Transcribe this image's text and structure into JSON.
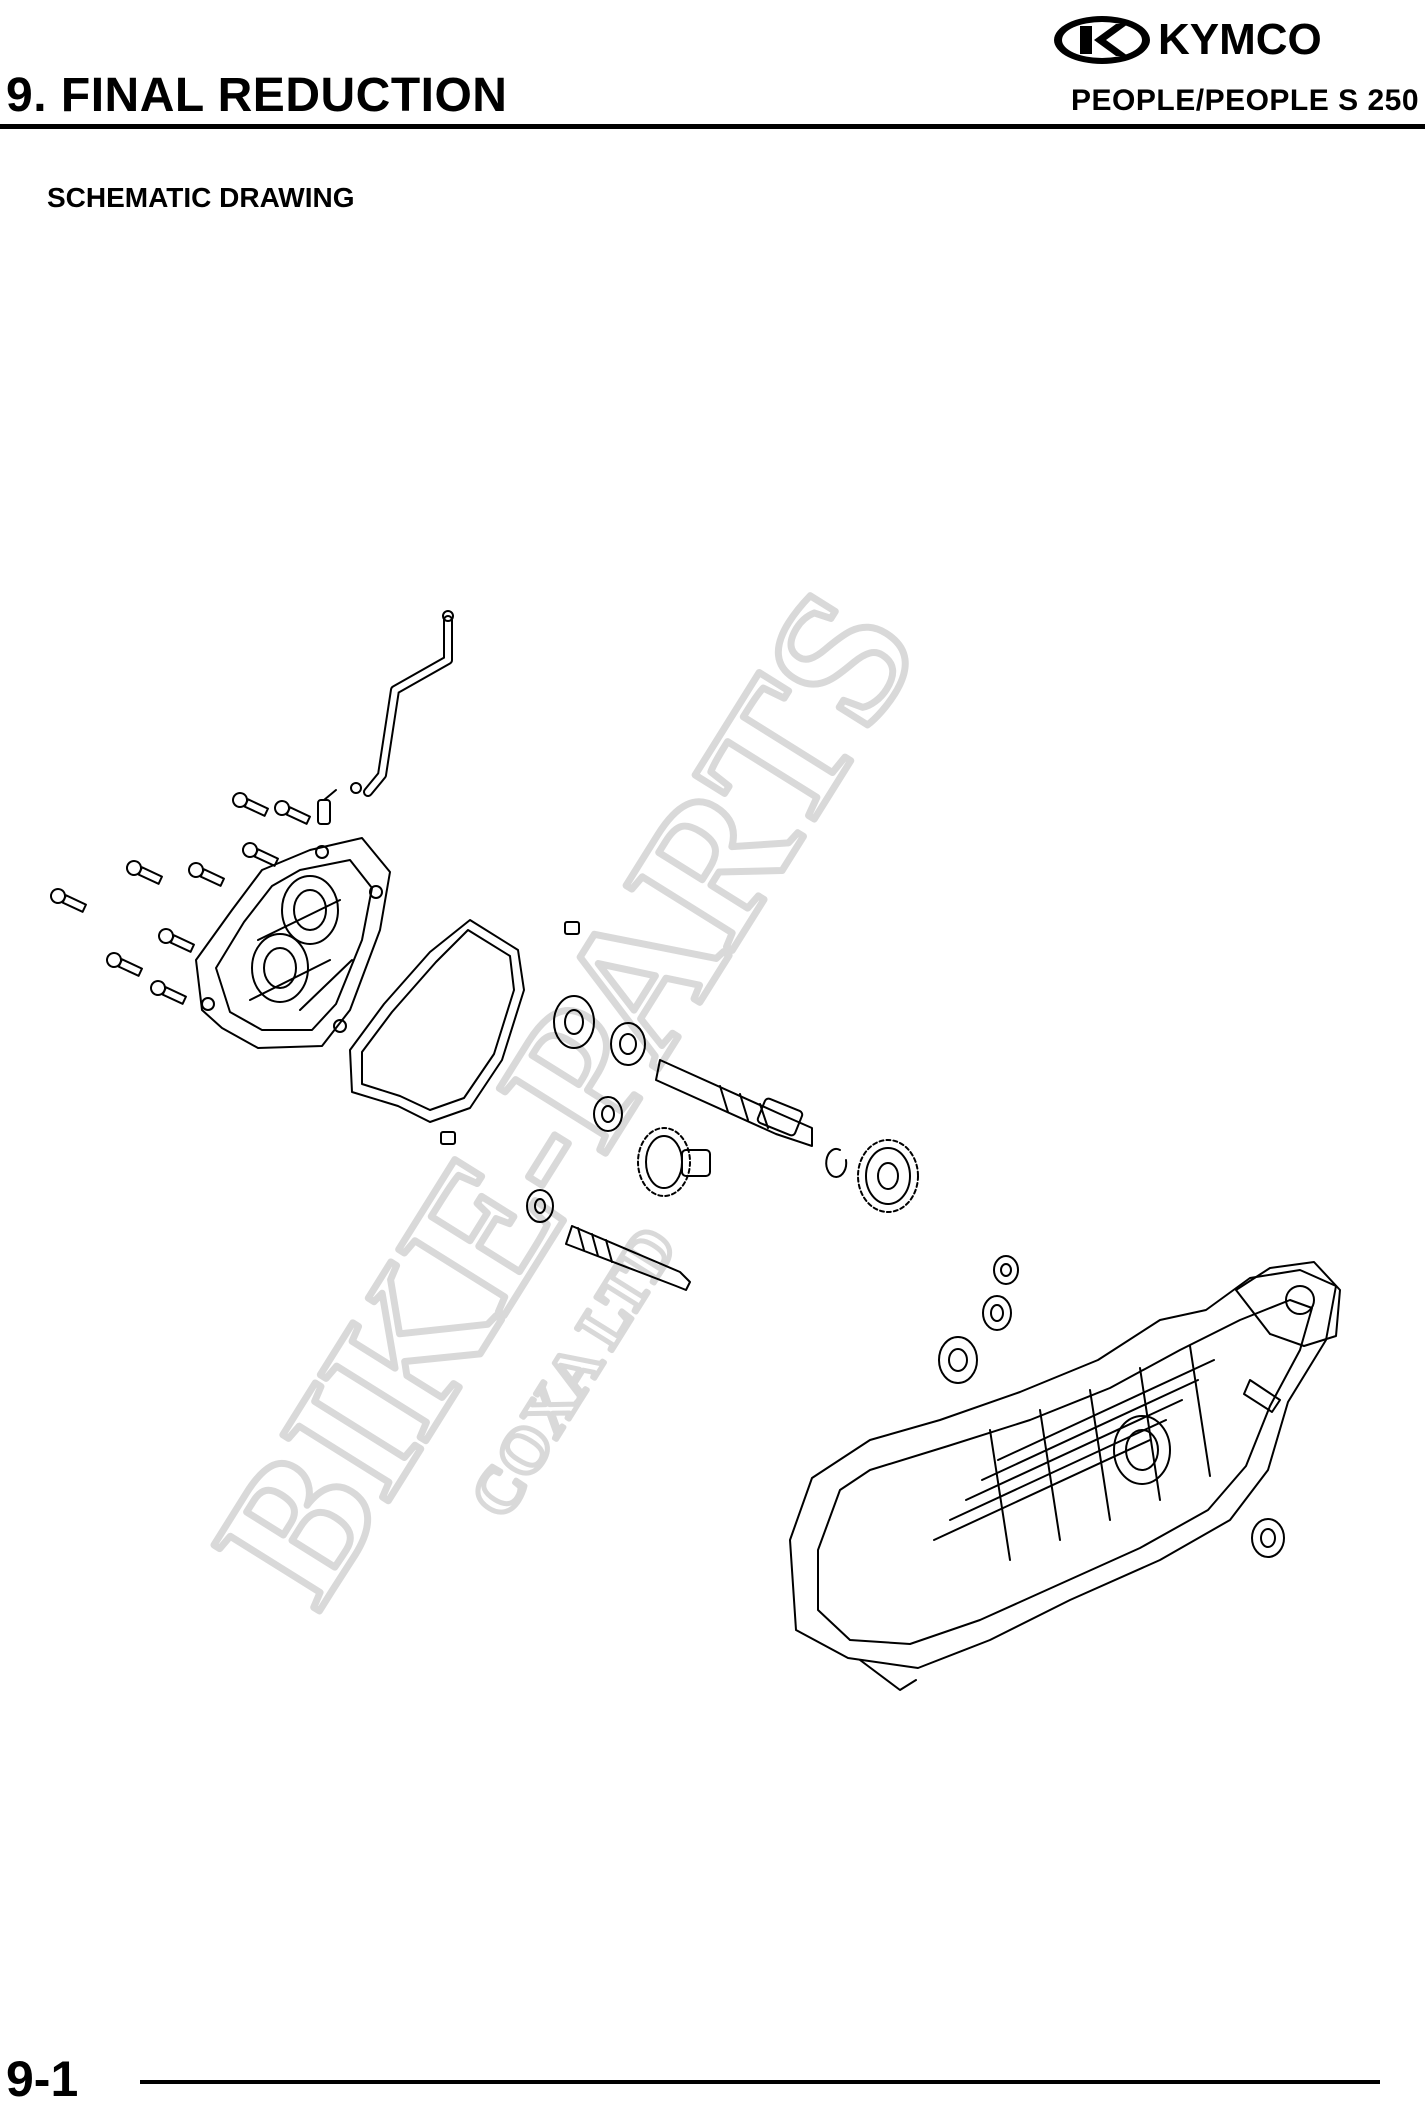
{
  "header": {
    "brand": "KYMCO",
    "title": "9. FINAL REDUCTION",
    "model": "PEOPLE/PEOPLE S 250"
  },
  "section": {
    "heading": "SCHEMATIC DRAWING"
  },
  "watermark": {
    "main": "BIKE-PARTS",
    "sub": "COXA LTD"
  },
  "footer": {
    "page_number": "9-1"
  },
  "colors": {
    "ink": "#000000",
    "watermark": "#d9d9d9"
  }
}
